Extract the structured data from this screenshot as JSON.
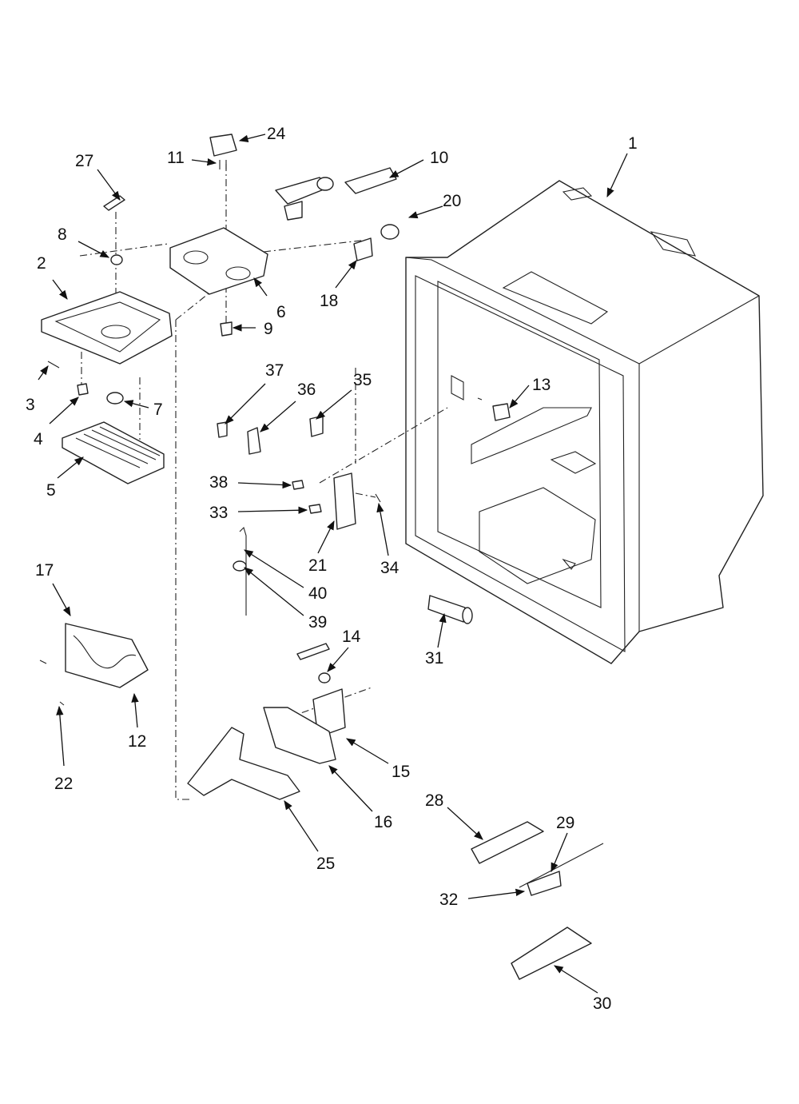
{
  "colors": {
    "ink": "#111111",
    "background": "#ffffff"
  },
  "callouts": [
    {
      "label": "1"
    },
    {
      "label": "2"
    },
    {
      "label": "3"
    },
    {
      "label": "4"
    },
    {
      "label": "5"
    },
    {
      "label": "6"
    },
    {
      "label": "7"
    },
    {
      "label": "8"
    },
    {
      "label": "9"
    },
    {
      "label": "10"
    },
    {
      "label": "11"
    },
    {
      "label": "12"
    },
    {
      "label": "13"
    },
    {
      "label": "14"
    },
    {
      "label": "15"
    },
    {
      "label": "16"
    },
    {
      "label": "17"
    },
    {
      "label": "18"
    },
    {
      "label": "20"
    },
    {
      "label": "21"
    },
    {
      "label": "22"
    },
    {
      "label": "24"
    },
    {
      "label": "25"
    },
    {
      "label": "27"
    },
    {
      "label": "28"
    },
    {
      "label": "29"
    },
    {
      "label": "30"
    },
    {
      "label": "31"
    },
    {
      "label": "32"
    },
    {
      "label": "33"
    },
    {
      "label": "34"
    },
    {
      "label": "35"
    },
    {
      "label": "36"
    },
    {
      "label": "37"
    },
    {
      "label": "38"
    },
    {
      "label": "39"
    },
    {
      "label": "40"
    }
  ]
}
